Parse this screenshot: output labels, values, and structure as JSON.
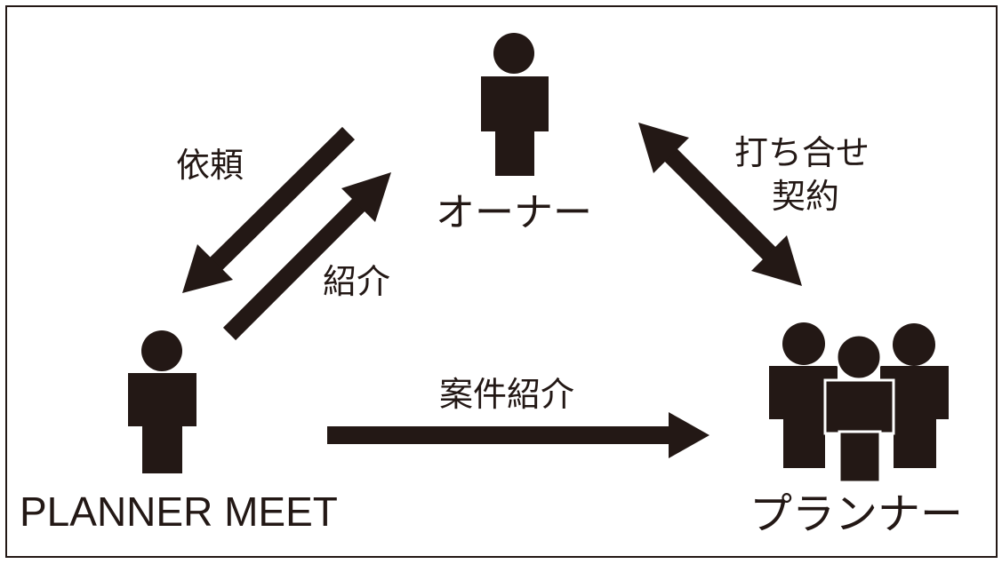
{
  "colors": {
    "ink": "#231815",
    "background": "#ffffff"
  },
  "nodes": {
    "owner": "オーナー",
    "planner_meet": "PLANNER MEET",
    "planners": "プランナー"
  },
  "edges": {
    "request": "依頼",
    "introduce": "紹介",
    "meeting_line1": "打ち合せ",
    "meeting_line2": "契約",
    "project_intro": "案件紹介"
  }
}
